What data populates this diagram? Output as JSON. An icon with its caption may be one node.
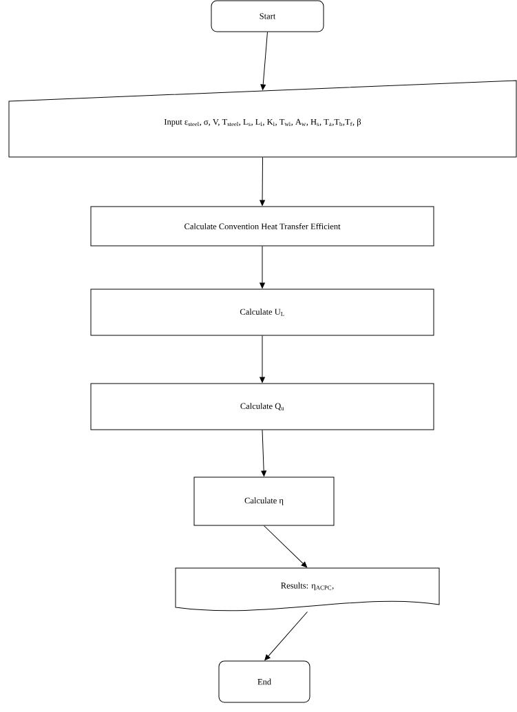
{
  "diagram": {
    "nodes": [
      {
        "text": [
          "Start"
        ]
      },
      {
        "text": [
          "Input ε$_{steel}$, σ, V, T$_{steel}$, L$_{s}$, L$_{i}$, K$_{i}$, T$_{wi}$, A$_{w}$, H$_{s}$, T$_{a}$,T$_{b}$,T$_{f}$, β"
        ]
      },
      {
        "text": [
          "Calculate Convention Heat Transfer Efficient"
        ]
      },
      {
        "text": [
          "Calculate U$_{L}$"
        ]
      },
      {
        "text": [
          "Calculate Q$_{u}$"
        ]
      },
      {
        "text": [
          "Calculate η"
        ]
      },
      {
        "text": [
          "Results: η$_{ACPC}$,"
        ]
      },
      {
        "text": [
          "End"
        ]
      }
    ],
    "edges": [
      {
        "from": 0,
        "to": 1,
        "arrow": "to"
      },
      {
        "from": 1,
        "to": 2,
        "arrow": "to"
      },
      {
        "from": 2,
        "to": 3,
        "arrow": "to"
      },
      {
        "from": 3,
        "to": 4,
        "arrow": "to"
      },
      {
        "from": 4,
        "to": 5,
        "arrow": "to"
      },
      {
        "from": 5,
        "to": 6,
        "arrow": "to"
      },
      {
        "from": 6,
        "to": 7,
        "arrow": "to"
      }
    ]
  }
}
